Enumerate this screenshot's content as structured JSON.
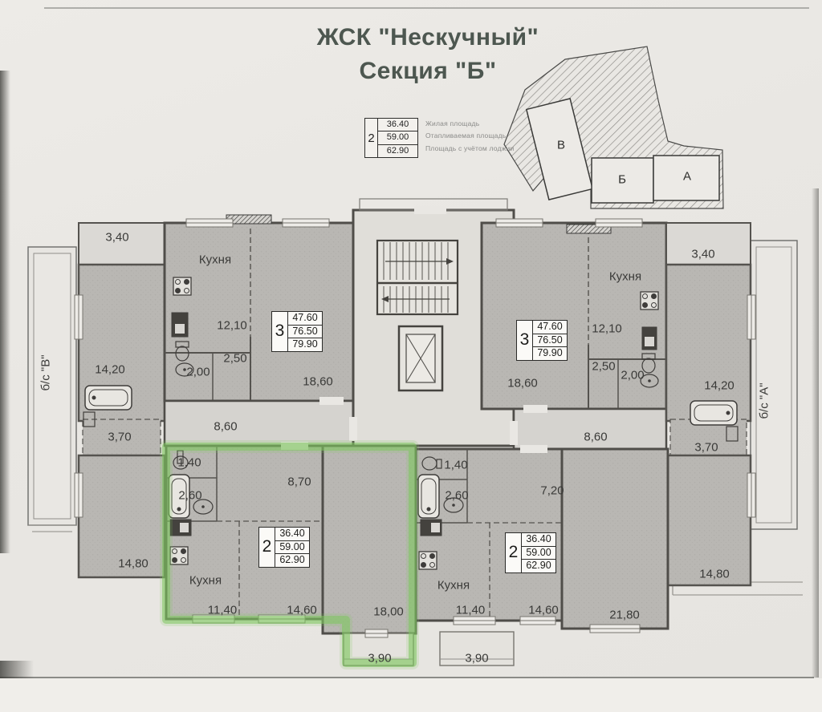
{
  "header": {
    "title_line1": "ЖСК \"Нескучный\"",
    "title_line2": "Секция \"Б\""
  },
  "legend": {
    "apt_type": "2",
    "rows": [
      {
        "value": "36.40",
        "label": "Жилая площадь"
      },
      {
        "value": "59.00",
        "label": "Отапливаемая площадь"
      },
      {
        "value": "62.90",
        "label": "Площадь с учётом лоджии"
      }
    ]
  },
  "site_plan": {
    "section_v": "В",
    "section_b": "Б",
    "section_a": "А"
  },
  "apartment_tables": [
    {
      "num": "3",
      "rows": [
        "47.60",
        "76.50",
        "79.90"
      ]
    },
    {
      "num": "3",
      "rows": [
        "47.60",
        "76.50",
        "79.90"
      ]
    },
    {
      "num": "2",
      "rows": [
        "36.40",
        "59.00",
        "62.90"
      ]
    },
    {
      "num": "2",
      "rows": [
        "36.40",
        "59.00",
        "62.90"
      ]
    }
  ],
  "labels": {
    "loggia_340_left": "3,40",
    "kitchen_left": "Кухня",
    "room_1210_left": "12,10",
    "dim_250_left": "2,50",
    "dim_200_left": "2,00",
    "room_1860_left": "18,60",
    "room_1420_left": "14,20",
    "loggia_370_left": "3,70",
    "balcony_section_v": "б/с \"В\"",
    "corridor_860_left": "8,60",
    "dim_140_green": "1,40",
    "dim_260_green": "2,60",
    "corridor_870_green": "8,70",
    "kitchen_green": "Кухня",
    "room_1140_green": "11,40",
    "room_1460_green": "14,60",
    "room_1800_green": "18,00",
    "balcony_390_green": "3,90",
    "room_1480_left": "14,80",
    "dim_140_right2": "1,40",
    "dim_260_right2": "2,60",
    "corridor_720_right2": "7,20",
    "kitchen_right2": "Кухня",
    "room_1140_right2": "11,40",
    "room_1460_right2": "14,60",
    "room_2180_right2": "21,80",
    "balcony_390_right2": "3,90",
    "corridor_860_right": "8,60",
    "kitchen_right": "Кухня",
    "room_1210_right": "12,10",
    "dim_250_right": "2,50",
    "dim_200_right": "2,00",
    "room_1860_right": "18,60",
    "loggia_340_right": "3,40",
    "room_1420_right": "14,20",
    "loggia_370_right": "3,70",
    "room_1480_right": "14,80",
    "balcony_section_a": "б/с \"А\""
  },
  "colors": {
    "highlight_green": "#7dc75f",
    "wall": "#4f4d49",
    "room_fill": "#b9b7b3",
    "paper": "#e9e7e3",
    "title": "#4d5750"
  }
}
